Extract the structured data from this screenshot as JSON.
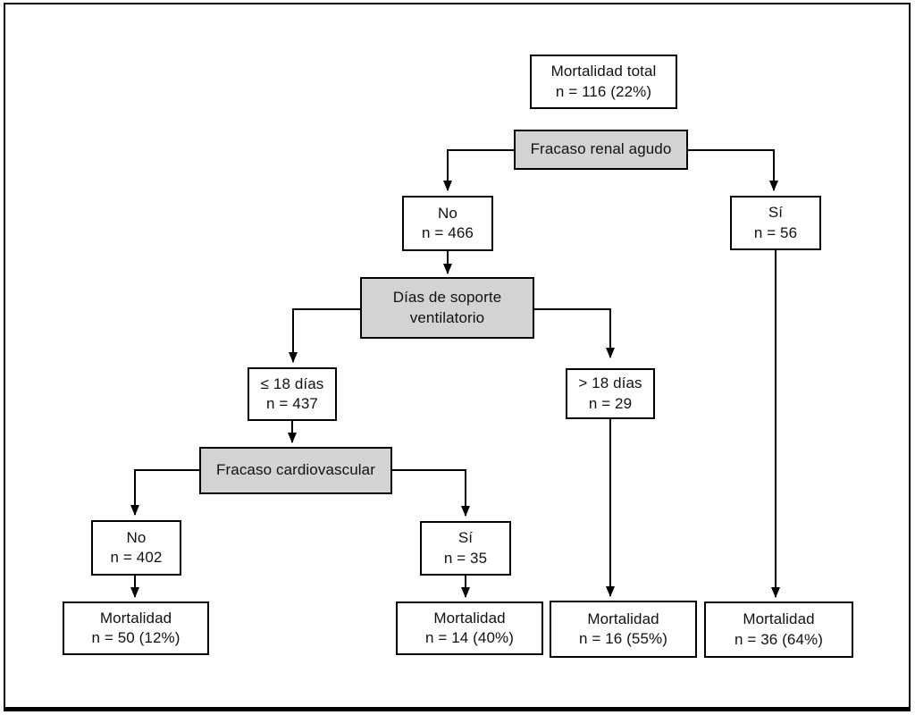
{
  "figure": {
    "nodes": {
      "mortalidad_total": {
        "line1": "Mortalidad total",
        "line2": "n = 116 (22%)"
      },
      "fracaso_renal": {
        "label": "Fracaso renal agudo"
      },
      "renal_no": {
        "line1": "No",
        "line2": "n = 466"
      },
      "renal_si": {
        "line1": "Sí",
        "line2": "n = 56"
      },
      "dias_soporte": {
        "line1": "Días de soporte",
        "line2": "ventilatorio"
      },
      "dias_le18": {
        "line1": "≤ 18 días",
        "line2": "n = 437"
      },
      "dias_gt18": {
        "line1": "> 18 días",
        "line2": "n = 29"
      },
      "fracaso_cardio": {
        "label": "Fracaso cardiovascular"
      },
      "cardio_no": {
        "line1": "No",
        "line2": "n = 402"
      },
      "cardio_si": {
        "line1": "Sí",
        "line2": "n = 35"
      },
      "mort_cardio_no": {
        "line1": "Mortalidad",
        "line2": "n = 50 (12%)"
      },
      "mort_cardio_si": {
        "line1": "Mortalidad",
        "line2": "n = 14 (40%)"
      },
      "mort_gt18": {
        "line1": "Mortalidad",
        "line2": "n = 16 (55%)"
      },
      "mort_renal_si": {
        "line1": "Mortalidad",
        "line2": "n = 36 (64%)"
      }
    }
  },
  "colors": {
    "decision_fill": "#d3d3d3",
    "node_fill": "#ffffff",
    "line_color": "#000000",
    "text_color": "#111111",
    "page_bg": "#ffffff"
  }
}
